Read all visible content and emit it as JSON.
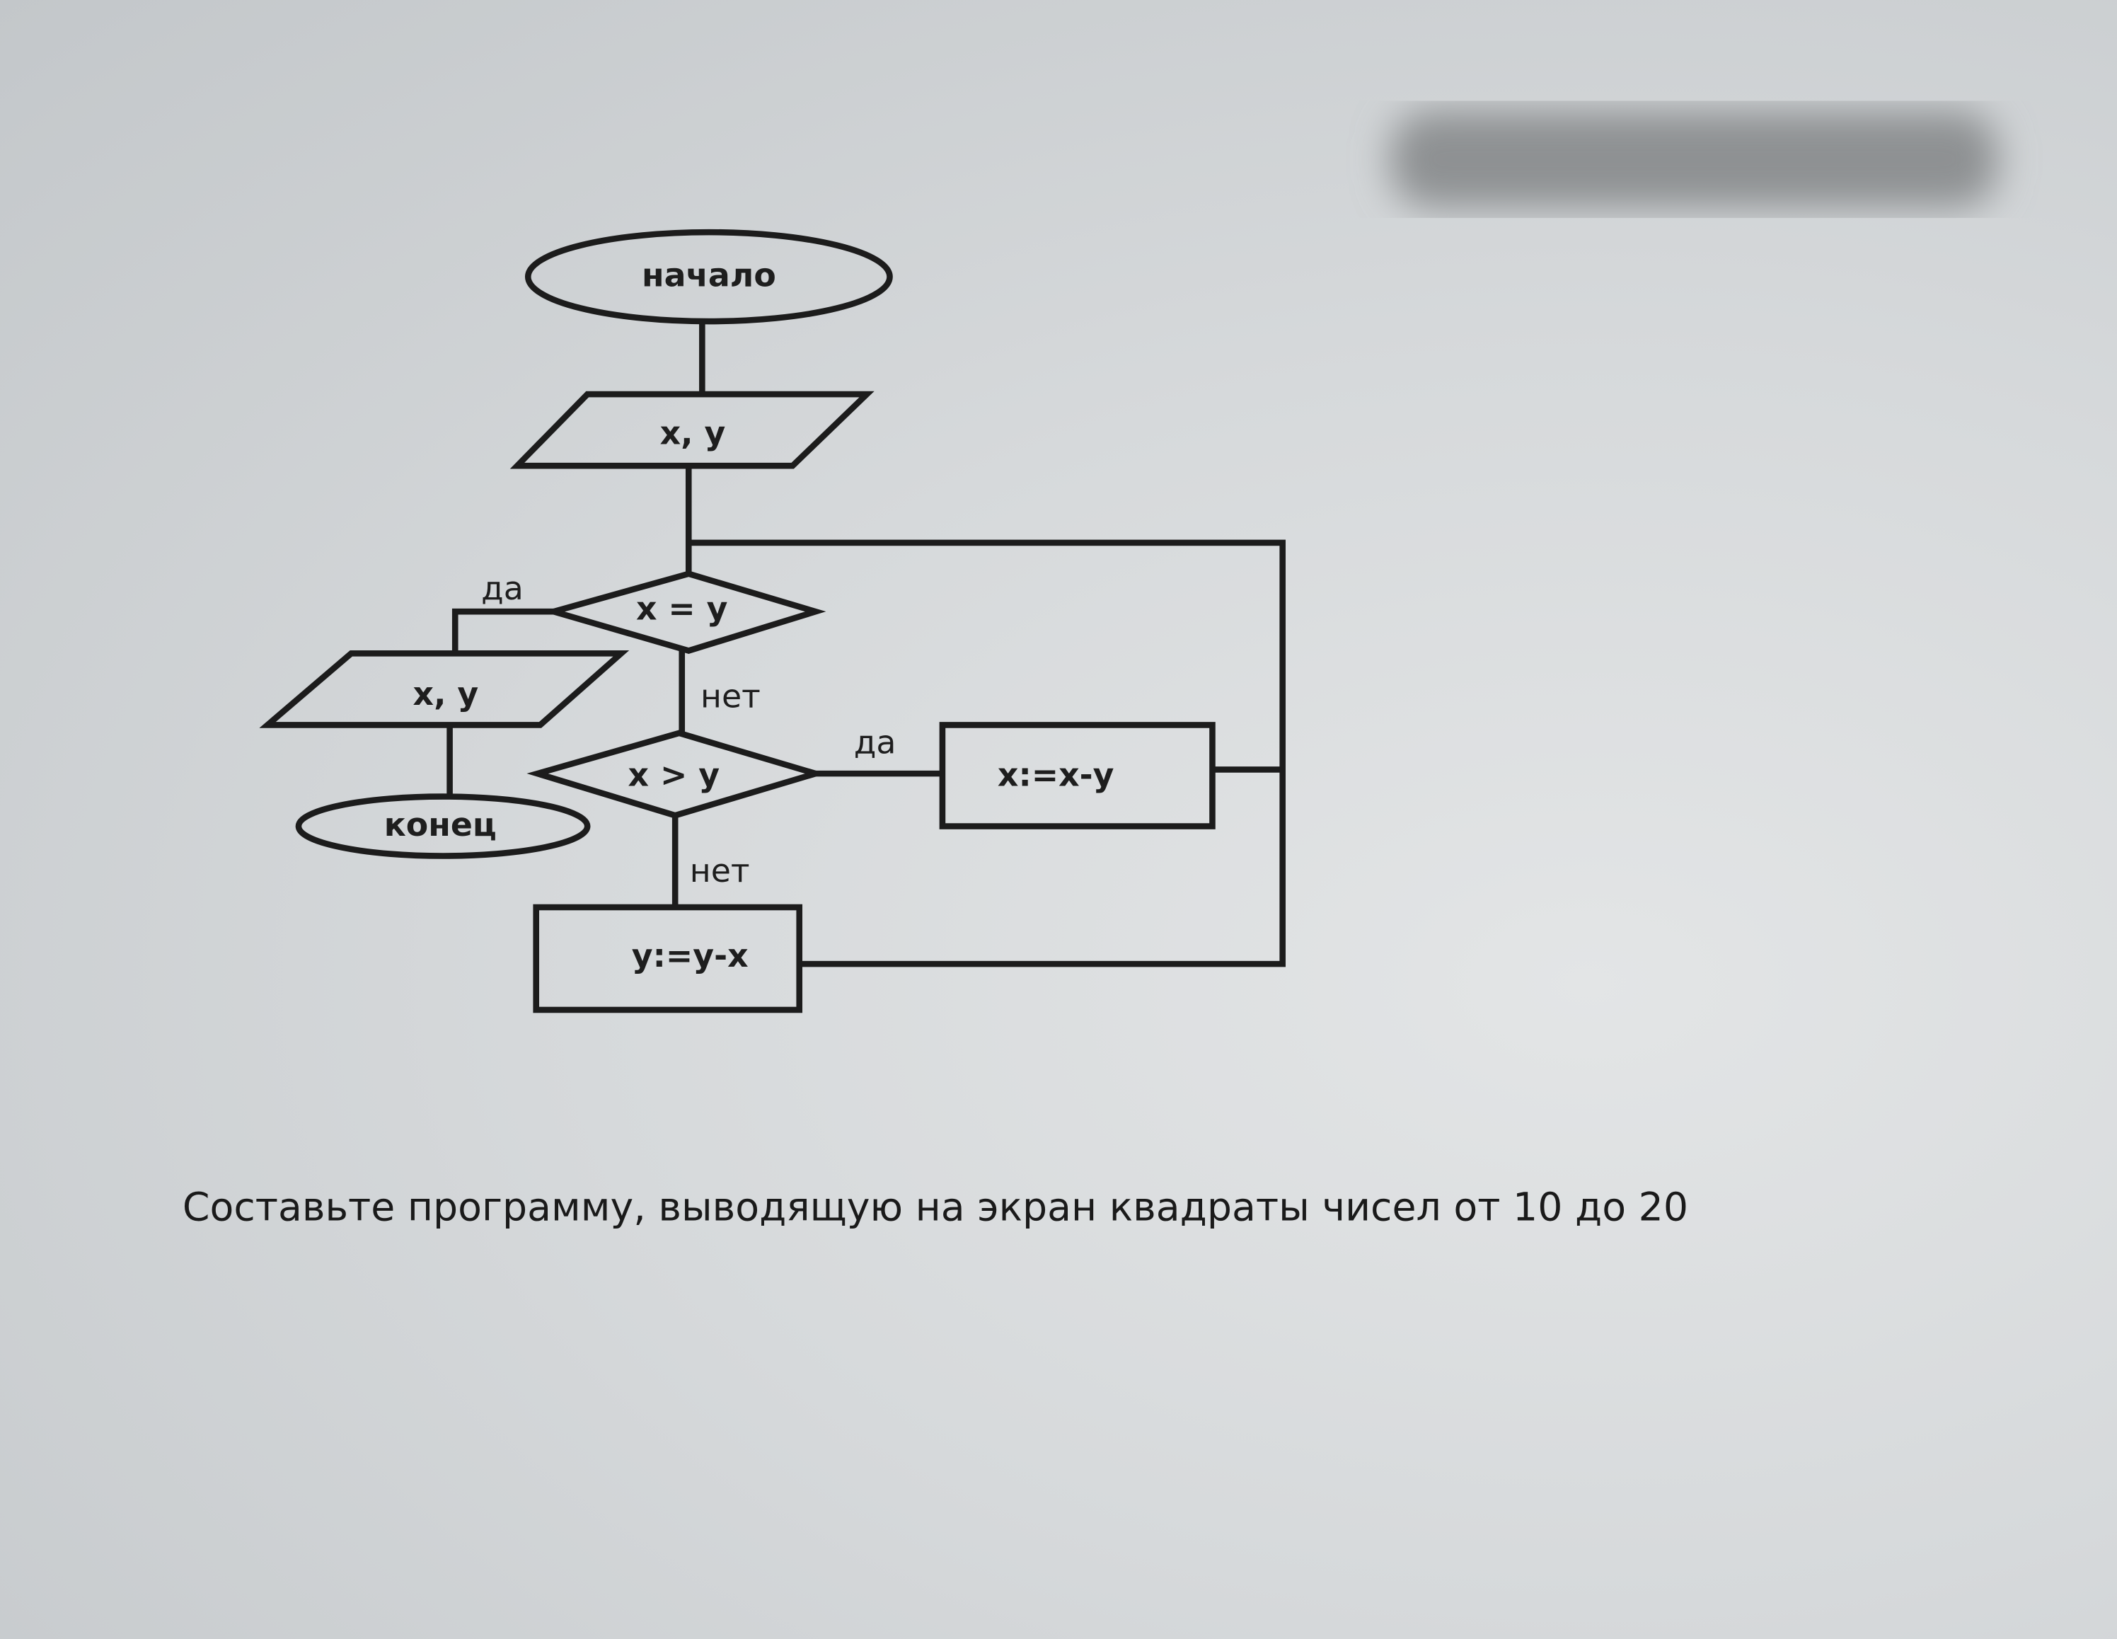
{
  "flowchart": {
    "start": "начало",
    "input": "x, y",
    "cond1": "x = y",
    "cond1_yes": "да",
    "cond1_no": "нет",
    "output": "x, y",
    "end": "конец",
    "cond2": "x > y",
    "cond2_yes": "да",
    "cond2_no": "нет",
    "action_yes": "x:=x-y",
    "action_no": "y:=y-x"
  },
  "task": "Составьте программу, выводящую на экран квадраты чисел от 10 до 20"
}
